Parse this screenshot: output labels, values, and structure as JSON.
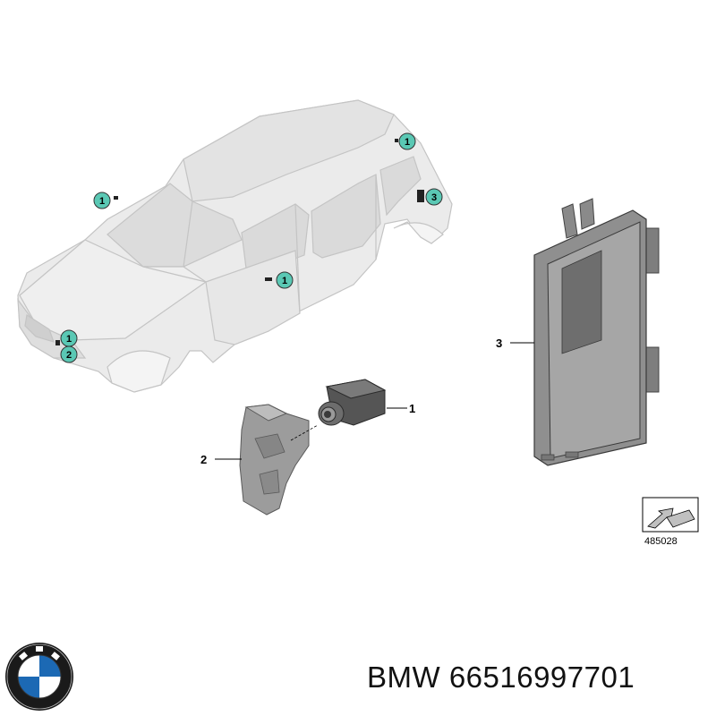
{
  "callouts": {
    "camera": "1",
    "bracket": "2",
    "control_unit": "3"
  },
  "badges": {
    "mirror_left": "1",
    "grille_top": "1",
    "grille_bottom": "2",
    "mirror_right": "1",
    "rear_top": "1",
    "rear_side": "3"
  },
  "reference_number": "485028",
  "part_number": "BMW 66516997701",
  "colors": {
    "badge_fill": "#5ac8b4",
    "car_fill": "#e9e9e9",
    "part_gray": "#9a9a9a"
  }
}
